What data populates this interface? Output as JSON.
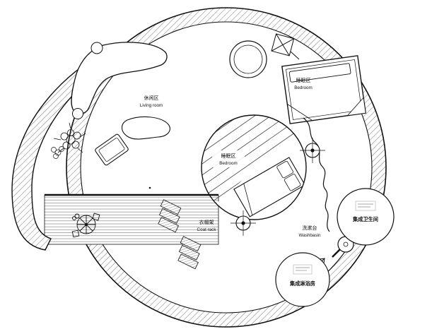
{
  "drawing": {
    "type": "circular residential floor plan",
    "background": "#ffffff",
    "line_color": "#111111"
  },
  "areas": {
    "living_room": {
      "label_zh": "休闲区",
      "label_en": "Living room"
    },
    "bedroom_upper": {
      "label_zh": "睡眠区",
      "label_en": "Bedroom"
    },
    "bedroom_center": {
      "label_zh": "睡眠区",
      "label_en": "Bedroom"
    },
    "coat_rack": {
      "label_zh": "衣帽架",
      "label_en": "Coat rack"
    },
    "washbasin": {
      "label_zh": "洗漱台",
      "label_en": "Washbasin"
    },
    "integrated_bathroom": {
      "label_zh": "集成卫生间"
    },
    "integrated_shower": {
      "label_zh": "集成淋浴房"
    }
  }
}
